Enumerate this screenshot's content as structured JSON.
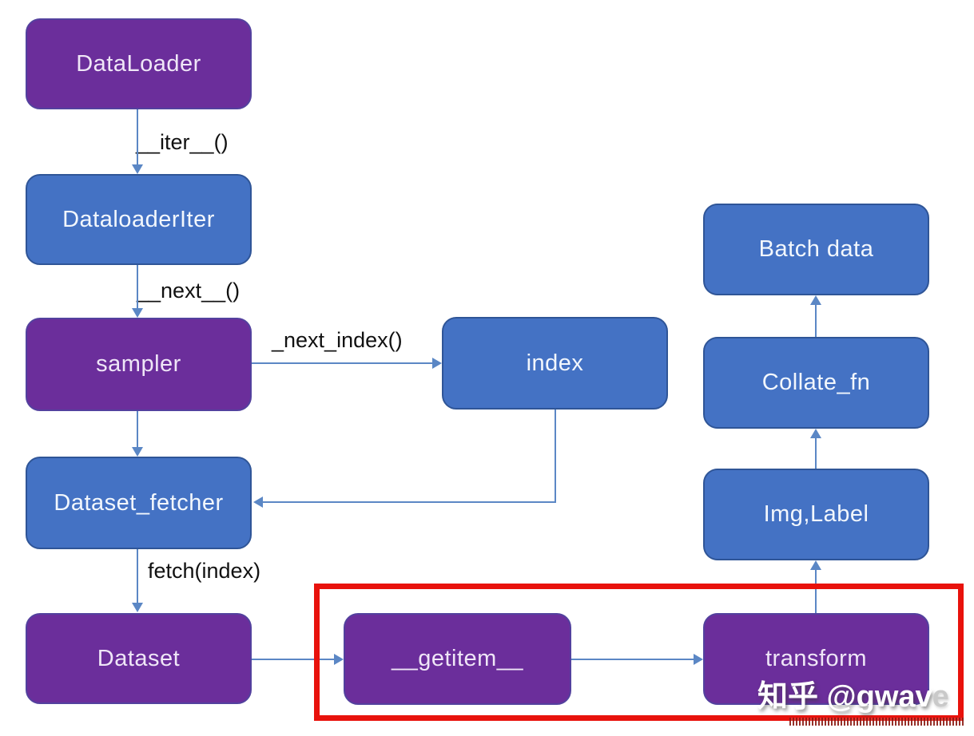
{
  "diagram": {
    "nodes": {
      "dataloader": {
        "label": "DataLoader",
        "fill": "purple"
      },
      "dataloaderiter": {
        "label": "DataloaderIter",
        "fill": "blue"
      },
      "sampler": {
        "label": "sampler",
        "fill": "purple"
      },
      "dataset_fetcher": {
        "label": "Dataset_fetcher",
        "fill": "blue"
      },
      "dataset": {
        "label": "Dataset",
        "fill": "purple"
      },
      "index": {
        "label": "index",
        "fill": "blue"
      },
      "getitem": {
        "label": "__getitem__",
        "fill": "purple"
      },
      "transform": {
        "label": "transform",
        "fill": "purple"
      },
      "img_label": {
        "label": "Img,Label",
        "fill": "blue"
      },
      "collate_fn": {
        "label": "Collate_fn",
        "fill": "blue"
      },
      "batch_data": {
        "label": "Batch data",
        "fill": "blue"
      }
    },
    "edge_labels": {
      "iter": "__iter__()",
      "next": "__next__()",
      "next_index": "_next_index()",
      "fetch": "fetch(index)"
    },
    "colors": {
      "purple_fill": "#6B2E9B",
      "blue_fill": "#4472C4",
      "blue_border": "#2F5597",
      "purple_border": "#53419E",
      "arrow": "#5B87C5",
      "highlight_red": "#E8120C",
      "label_text": "#111111"
    }
  },
  "watermark": {
    "text": "知乎 @gwave",
    "main_part": "知乎 @gwav",
    "tail": "e"
  }
}
